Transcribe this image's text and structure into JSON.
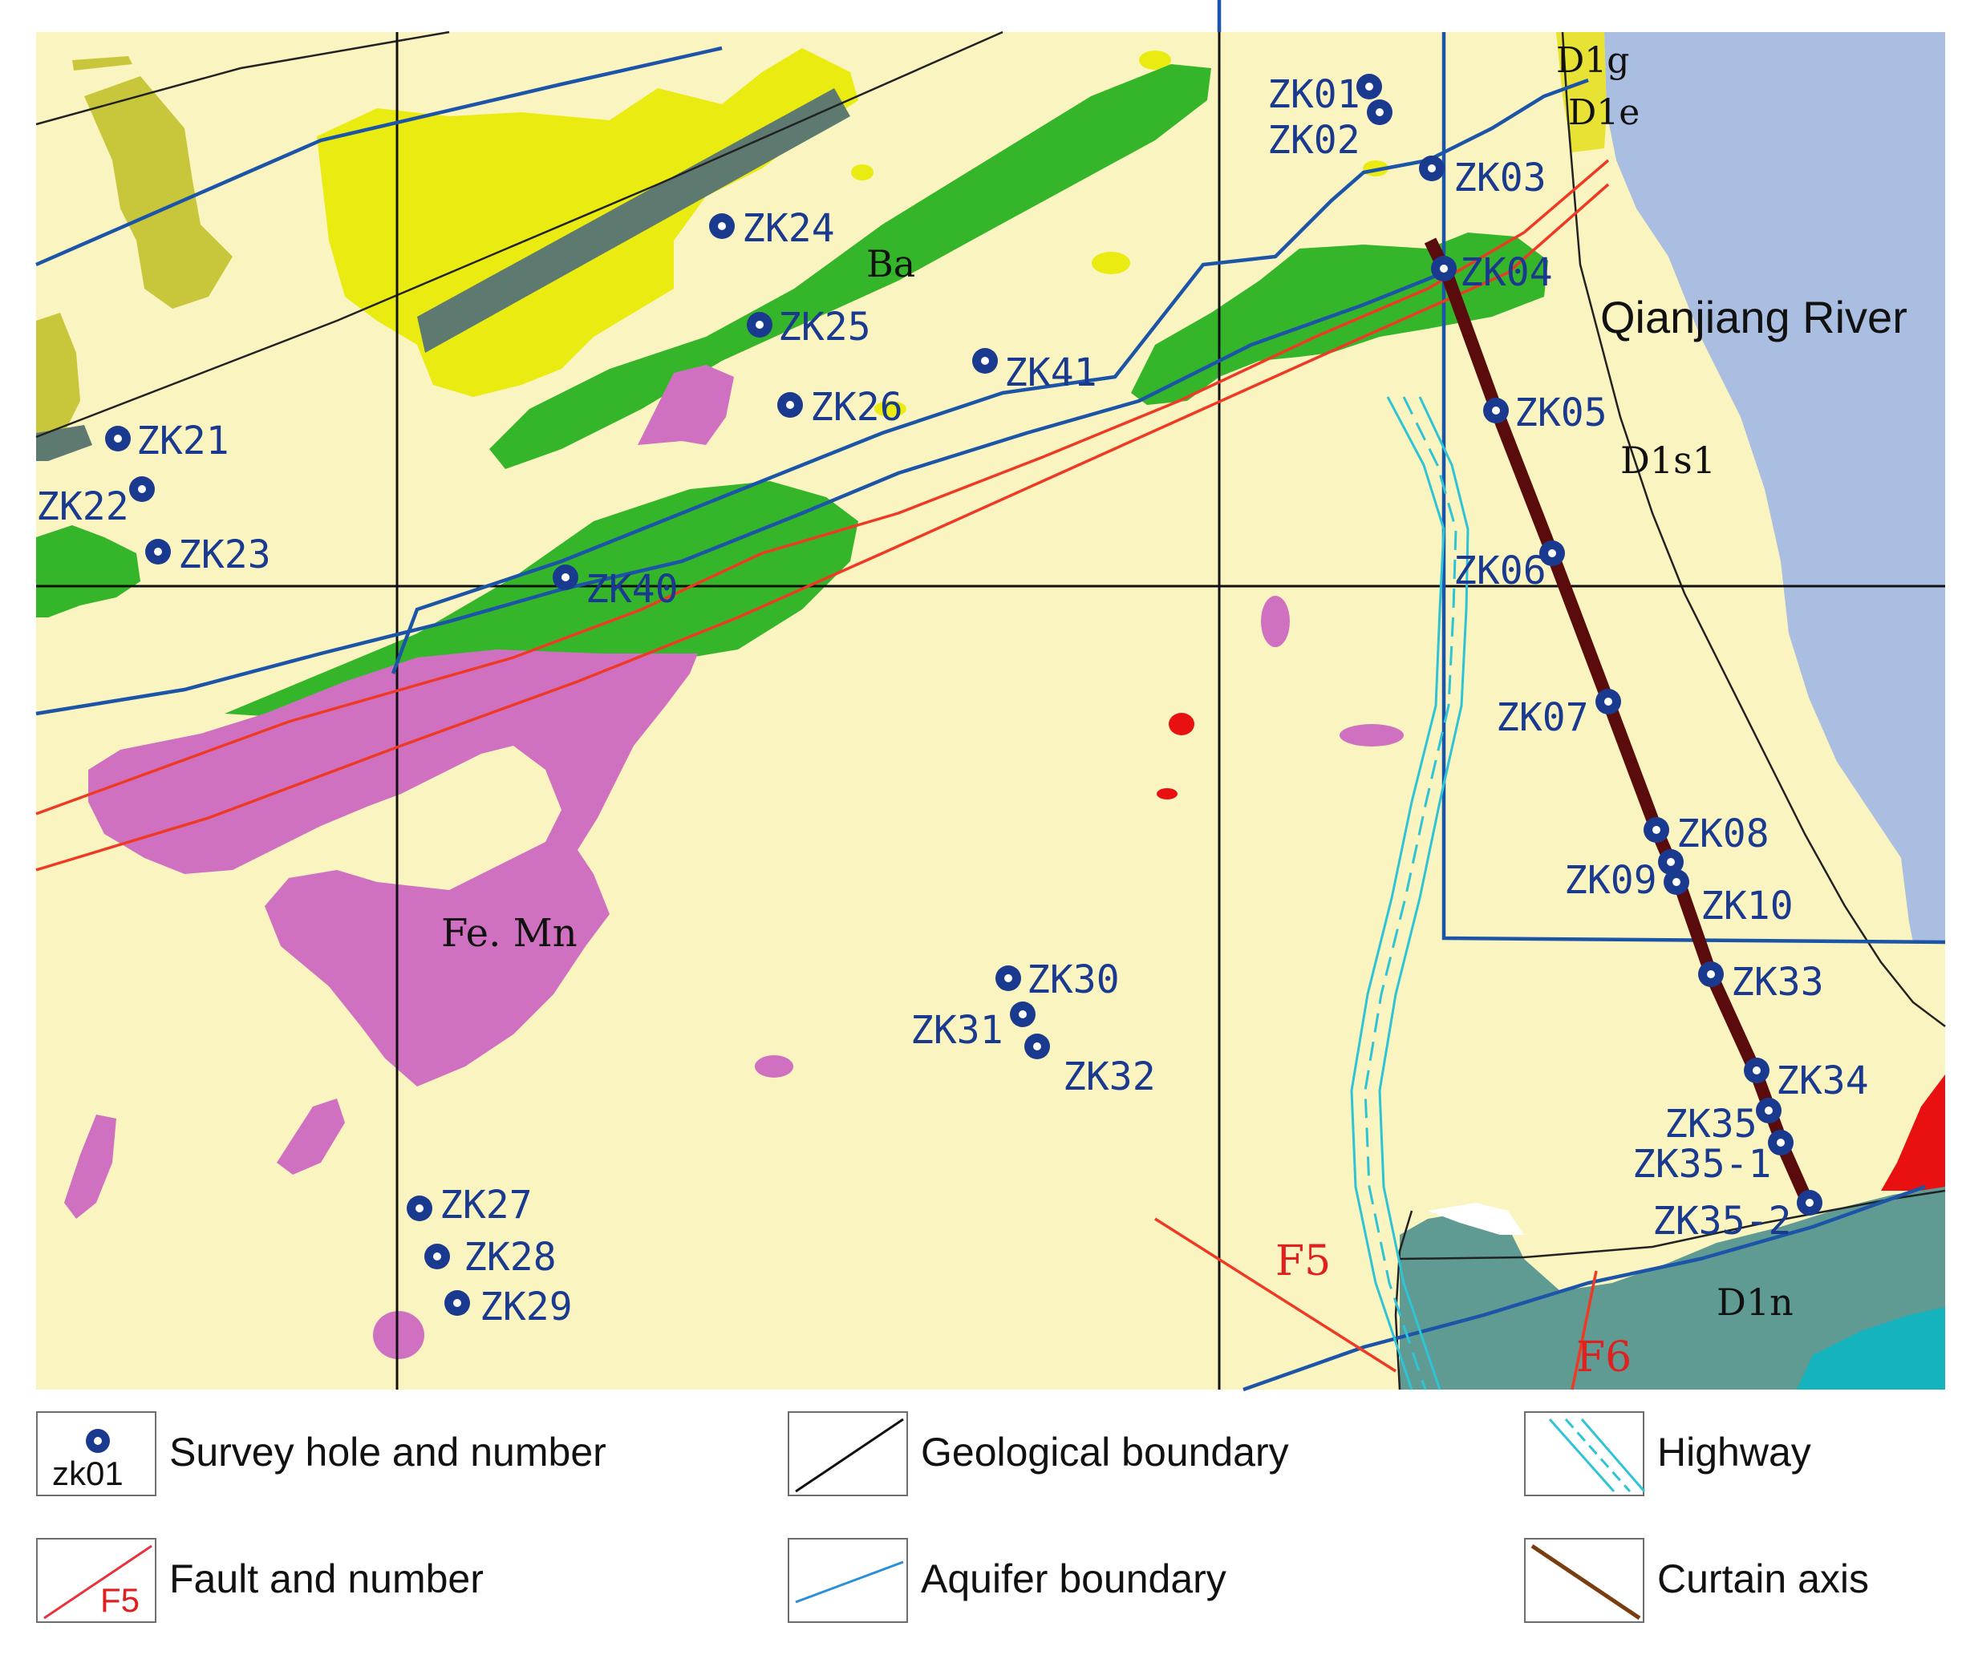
{
  "map": {
    "area_labels": {
      "ba": "Ba",
      "femn": "Fe. Mn",
      "river": "Qianjiang River",
      "d1g": "D1g",
      "d1e": "D1e",
      "d1s1": "D1s1",
      "d1n": "D1n"
    },
    "faults": {
      "f5": "F5",
      "f6": "F6"
    },
    "holes": [
      "ZK01",
      "ZK02",
      "ZK03",
      "ZK04",
      "ZK05",
      "ZK06",
      "ZK07",
      "ZK08",
      "ZK09",
      "ZK10",
      "ZK33",
      "ZK34",
      "ZK35",
      "ZK35-1",
      "ZK35-2",
      "ZK21",
      "ZK22",
      "ZK23",
      "ZK24",
      "ZK25",
      "ZK26",
      "ZK41",
      "ZK40",
      "ZK30",
      "ZK31",
      "ZK32",
      "ZK27",
      "ZK28",
      "ZK29"
    ]
  },
  "legend": {
    "survey_hole": {
      "label": "Survey hole and number",
      "sample": "zk01"
    },
    "geological_boundary": {
      "label": "Geological boundary"
    },
    "highway": {
      "label": "Highway"
    },
    "fault": {
      "label": "Fault and number",
      "sample": "F5"
    },
    "aquifer_boundary": {
      "label": "Aquifer boundary"
    },
    "curtain_axis": {
      "label": "Curtain axis"
    }
  },
  "colors": {
    "background": "#faf4c0",
    "green": "#35b52a",
    "magenta": "#cf71c0",
    "yellow": "#e4e02c",
    "olive_yellow": "#c8c73c",
    "dark_grey": "#5e7a70",
    "river": "#a9bee0",
    "teal_grey": "#5f9a93",
    "cyan": "#14b3bd",
    "red": "#e81010",
    "hole_blue": "#1a3a8f",
    "aquifer": "#1c55a8",
    "fault": "#ee3a24",
    "curtain": "#5a0c0c"
  }
}
